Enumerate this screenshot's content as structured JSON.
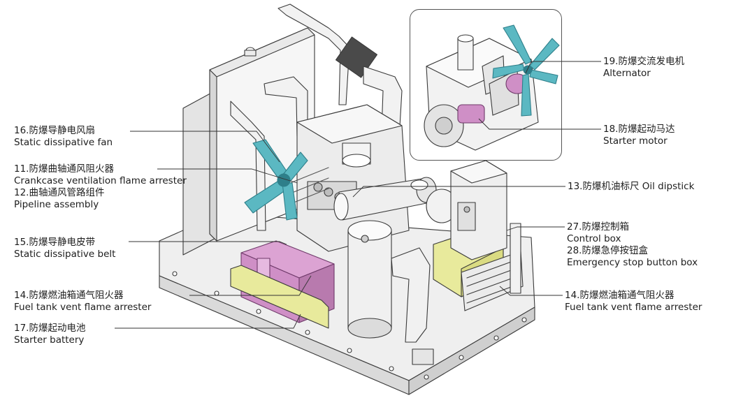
{
  "colors": {
    "line": "#3a3a3a",
    "fill_light": "#f4f4f4",
    "fill_mid": "#e2e2e2",
    "fill_dark": "#c8c8c8",
    "magenta": "#cf8fc6",
    "magenta_dark": "#9e4f94",
    "yellow": "#e8ea9c",
    "teal": "#5bb8c2",
    "teal_dark": "#2e7f8a"
  },
  "labels": [
    {
      "id": "l16",
      "cn": "16.防爆导静电风扇",
      "en": "Static dissipative fan"
    },
    {
      "id": "l11",
      "cn": "11.防爆曲轴通风阻火器",
      "en": "Crankcase ventilation flame arrester"
    },
    {
      "id": "l12",
      "cn": "12.曲轴通风管路组件",
      "en": "Pipeline assembly"
    },
    {
      "id": "l15",
      "cn": "15.防爆导静电皮带",
      "en": "Static dissipative belt"
    },
    {
      "id": "l14a",
      "cn": "14.防爆燃油箱通气阻火器",
      "en": "Fuel tank vent flame arrester"
    },
    {
      "id": "l17",
      "cn": "17.防爆起动电池",
      "en": "Starter battery"
    },
    {
      "id": "l19",
      "cn": "19.防爆交流发电机",
      "en": "Alternator"
    },
    {
      "id": "l18",
      "cn": "18.防爆起动马达",
      "en": "Starter motor"
    },
    {
      "id": "l13",
      "cn": "13.防爆机油标尺 Oil dipstick",
      "en": ""
    },
    {
      "id": "l27",
      "cn": "27.防爆控制箱",
      "en": "Control box"
    },
    {
      "id": "l28",
      "cn": "28.防爆急停按钮盒",
      "en": "Emergency stop button box"
    },
    {
      "id": "l14b",
      "cn": "14.防爆燃油箱通气阻火器",
      "en": "Fuel tank vent flame arrester"
    }
  ]
}
